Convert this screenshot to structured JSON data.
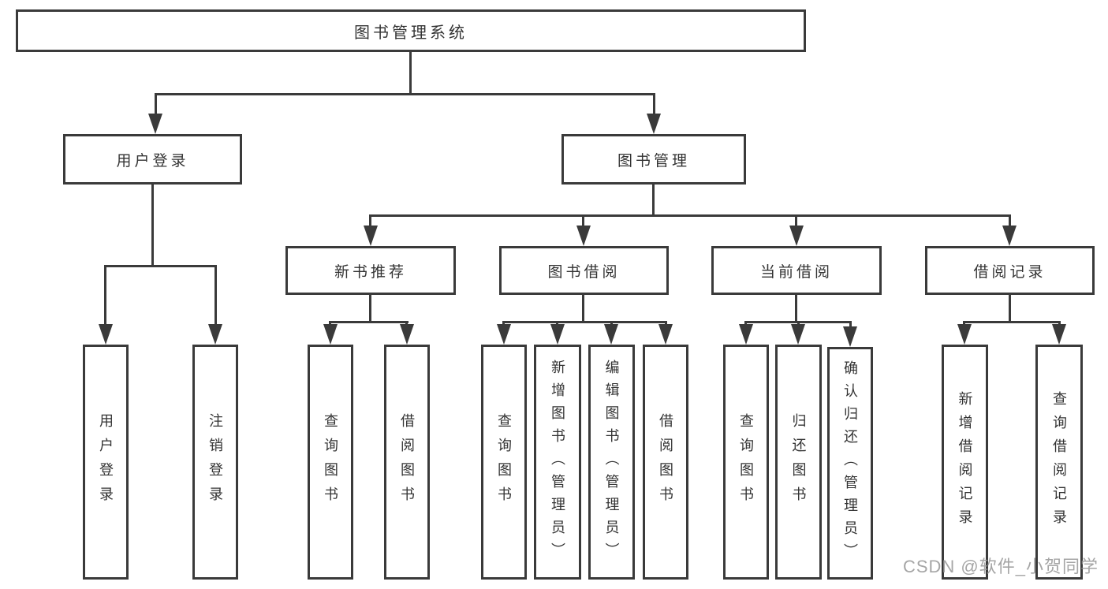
{
  "tree": {
    "root": {
      "label": "图书管理系统"
    },
    "branches": [
      {
        "label": "用户登录",
        "leaves": [
          {
            "label": "用户登录"
          },
          {
            "label": "注销登录"
          }
        ]
      },
      {
        "label": "图书管理",
        "groups": [
          {
            "label": "新书推荐",
            "leaves": [
              {
                "label": "查询图书"
              },
              {
                "label": "借阅图书"
              }
            ]
          },
          {
            "label": "图书借阅",
            "leaves": [
              {
                "label": "查询图书"
              },
              {
                "label": "新增图书（管理员）"
              },
              {
                "label": "编辑图书（管理员）"
              },
              {
                "label": "借阅图书"
              }
            ]
          },
          {
            "label": "当前借阅",
            "leaves": [
              {
                "label": "查询图书"
              },
              {
                "label": "归还图书"
              },
              {
                "label": "确认归还（管理员）"
              }
            ]
          },
          {
            "label": "借阅记录",
            "leaves": [
              {
                "label": "新增借阅记录"
              },
              {
                "label": "查询借阅记录"
              }
            ]
          }
        ]
      }
    ]
  },
  "watermark": {
    "text": "CSDN @软件_小贺同学"
  },
  "colors": {
    "line": "#3a3a3a",
    "text": "#333333",
    "watermark": "#969696",
    "background": "#ffffff"
  }
}
